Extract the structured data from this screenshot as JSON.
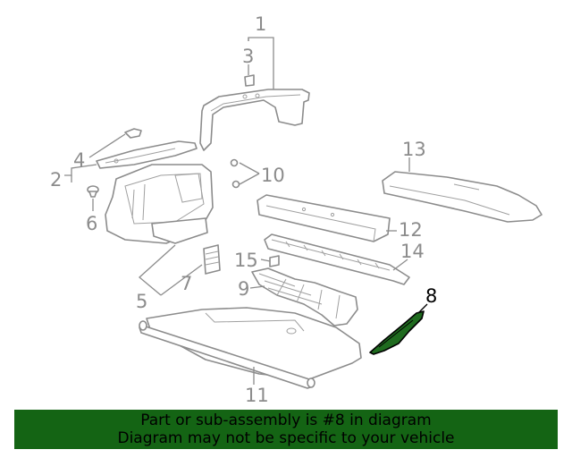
{
  "callouts": {
    "c1": "1",
    "c2": "2",
    "c3": "3",
    "c4": "4",
    "c5": "5",
    "c6": "6",
    "c7": "7",
    "c8": "8",
    "c9": "9",
    "c10": "10",
    "c11": "11",
    "c12": "12",
    "c13": "13",
    "c14": "14",
    "c15": "15"
  },
  "highlighted_part": "8",
  "colors": {
    "highlight": "#1f6b1f",
    "banner": "#146414",
    "line": "#8c8c8c"
  },
  "banner": {
    "line1": "Part or sub-assembly is #8 in diagram",
    "line2": "Diagram may not be specific to your vehicle"
  }
}
